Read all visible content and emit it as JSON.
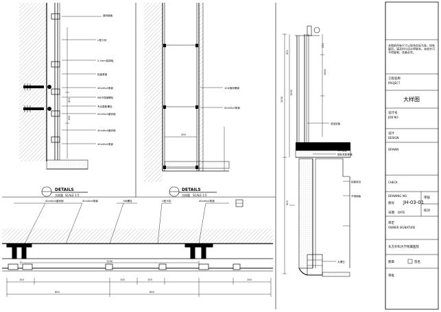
{
  "panels": {
    "top_left": {
      "title": "DETAILS",
      "subtitle": "大样图",
      "scale": "SCALE 1:5",
      "notes": [
        "镀锌钢板",
        "U型卡扣",
        "2.3mm铝单板",
        "铝板厚度",
        "40x40x4角钢",
        "M8不锈钢螺栓",
        "专业膨胀螺栓",
        "50x50x5镀锌钢",
        "40x40x4镀锌钢",
        "40x40x4角钢"
      ],
      "dims": [
        "200",
        "150"
      ]
    },
    "top_middle": {
      "title": "DETAILS",
      "subtitle": "大样图",
      "scale": "SCALE 1:5",
      "notes": [
        "10#镀锌槽钢",
        "50x50x5角钢"
      ],
      "dims": [
        "200"
      ]
    },
    "bottom": {
      "notes": [
        "40x40x4镀锌钢",
        "40x40x4角钢",
        "M8螺栓",
        "U型卡扣",
        "40x40x4角钢"
      ],
      "dims": [
        "1200",
        "150",
        "600",
        "150",
        "150",
        "600",
        "150"
      ]
    },
    "section": {
      "notes": [
        "成品铝板",
        "铝板",
        "5x5角钢",
        "钢化夹胶玻璃",
        "铝板收边",
        "不锈钢板",
        "大理石"
      ],
      "dims": [
        "300",
        "1000",
        "900",
        "1500",
        "1200",
        "250"
      ]
    }
  },
  "title_block": {
    "description": "本图纸所有尺寸以现场实际为准，如有疑问，请及时与设计师联系。未经许可不得复制，违者必究。",
    "project_label": "工程名称",
    "project_label_en": "PROJECT",
    "drawing_name": "大样图",
    "job_no_label": "设计号",
    "job_no_en": "JOB NO.",
    "design_label": "设计",
    "design_en": "DESIGN",
    "drawn_label": "DRAWN",
    "check_label": "CHECK",
    "drawing_no_label": "DRAWING NO.",
    "drawing_no": "JH-03-01",
    "date_label": "日期",
    "date_en": "DATE",
    "scale_label": "图号",
    "approved_label": "审核",
    "checked_label": "校对",
    "remark_1": "审定",
    "remark_1_en": "OWNER SIGNATURE",
    "company": "东方外科大学附属医院",
    "stamp_label": "图章",
    "sign_label": "签名",
    "approval_label": "审批"
  }
}
